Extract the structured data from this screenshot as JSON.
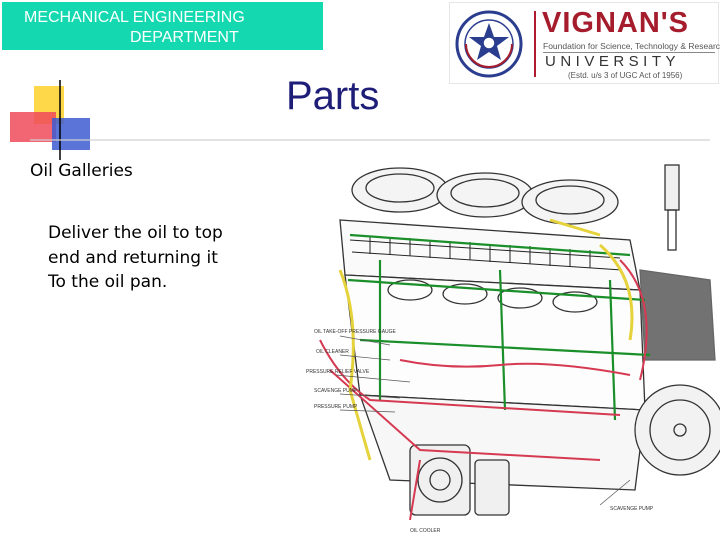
{
  "header": {
    "department_line1": "MECHANICAL ENGINEERING",
    "department_line2": "DEPARTMENT",
    "banner_color": "#14d9b0"
  },
  "logo": {
    "name": "VIGNAN'S",
    "tagline": "Foundation for Science, Technology & Research",
    "university": "UNIVERSITY",
    "estd": "(Estd. u/s 3 of UGC Act of 1956)",
    "brand_color": "#a51d2d"
  },
  "slide": {
    "title": "Parts",
    "title_color": "#1e1e78",
    "bullet_title": "Oil Galleries",
    "body_lines": [
      "Deliver the oil to top",
      "end and  returning it",
      "To the oil pan."
    ]
  },
  "illustration": {
    "subject": "engine-lubrication-cutaway",
    "labels": [
      "OIL TAKE-OFF PRESSURE GAUGE",
      "OIL CLEANER",
      "PRESSURE RELIEF VALVE",
      "SCAVENGE PUMP",
      "PRESSURE PUMP",
      "OIL COOLER",
      "SCAVENGE PUMP"
    ],
    "oil_line_colors": [
      "#1a8f2a",
      "#d63a52",
      "#e6d23a"
    ]
  }
}
